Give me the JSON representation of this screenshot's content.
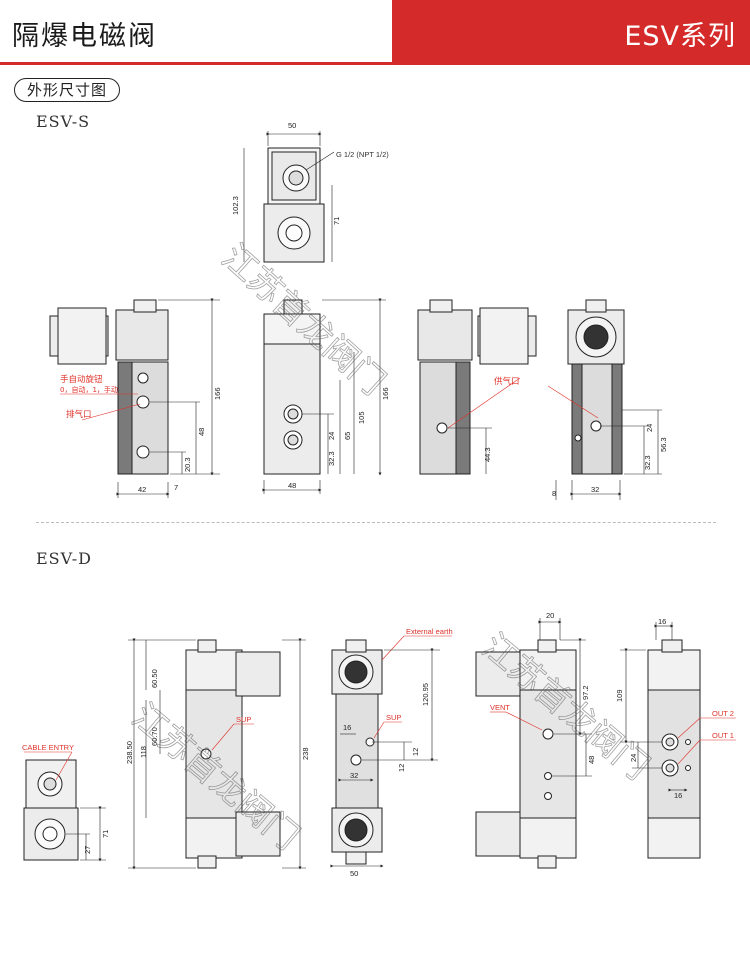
{
  "header": {
    "title": "隔爆电磁阀",
    "series": "ESV系列"
  },
  "section": {
    "title": "外形尺寸图"
  },
  "models": {
    "s": "ESV-S",
    "d": "ESV-D"
  },
  "watermark": "江苏首龙阀门",
  "esv_s": {
    "labels": {
      "thread": "G 1/2 (NPT 1/2)",
      "manual": "手自动旋钮",
      "manual_sub": "0，自动，1，手动",
      "exhaust": "排气口",
      "supply": "供气口"
    },
    "dims": {
      "top_w": "50",
      "top_h": "102.3",
      "top_71": "71",
      "total_h": "166",
      "d48": "48",
      "d20_3": "20.3",
      "d7": "7",
      "w42": "42",
      "d24a": "24",
      "d65": "65",
      "d105": "105",
      "d32_3a": "32.3",
      "h166b": "166",
      "w48": "48",
      "d44_3": "44.3",
      "d24b": "24",
      "d56_3": "56.3",
      "d32_3b": "32.3",
      "w8": "8",
      "w32": "32"
    }
  },
  "esv_d": {
    "labels": {
      "cable": "CABLE ENTRY",
      "earth": "External earth",
      "sup1": "SUP",
      "sup2": "SUP",
      "vent": "VENT",
      "out2": "OUT 2",
      "out1": "OUT 1"
    },
    "dims": {
      "d71": "71",
      "d27": "27",
      "d60_50": "60.50",
      "d60_70": "60.70",
      "d238_50": "238.50",
      "d118": "118",
      "d238": "238",
      "d120_95": "120.95",
      "d16a": "16",
      "d32": "32",
      "d12a": "12",
      "d12b": "12",
      "w50": "50",
      "w20": "20",
      "d97_2": "97.2",
      "d48": "48",
      "w16a": "16",
      "d109": "109",
      "d24": "24",
      "w16b": "16"
    }
  }
}
